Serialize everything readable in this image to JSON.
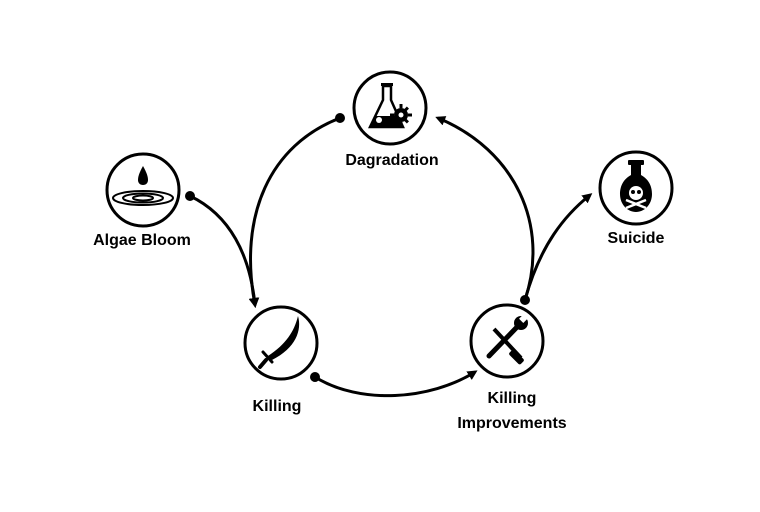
{
  "diagram": {
    "nodes": [
      {
        "id": "degradation",
        "label": "Dagradation",
        "icon": "flask-gear-icon"
      },
      {
        "id": "algae",
        "label": "Algae Bloom",
        "icon": "water-drop-ripple-icon"
      },
      {
        "id": "suicide",
        "label": "Suicide",
        "icon": "poison-bottle-skull-icon"
      },
      {
        "id": "killing",
        "label": "Killing",
        "icon": "curved-sword-icon"
      },
      {
        "id": "improvements",
        "label_line1": "Killing",
        "label_line2": "Improvements",
        "icon": "wrench-screwdriver-icon"
      }
    ],
    "edges": [
      {
        "from": "algae",
        "to": "killing"
      },
      {
        "from": "killing",
        "to": "improvements"
      },
      {
        "from": "improvements",
        "to": "degradation"
      },
      {
        "from": "degradation",
        "to": "killing"
      },
      {
        "from": "improvements",
        "to": "suicide"
      }
    ],
    "colors": {
      "stroke": "#000000",
      "fill": "#ffffff"
    }
  }
}
